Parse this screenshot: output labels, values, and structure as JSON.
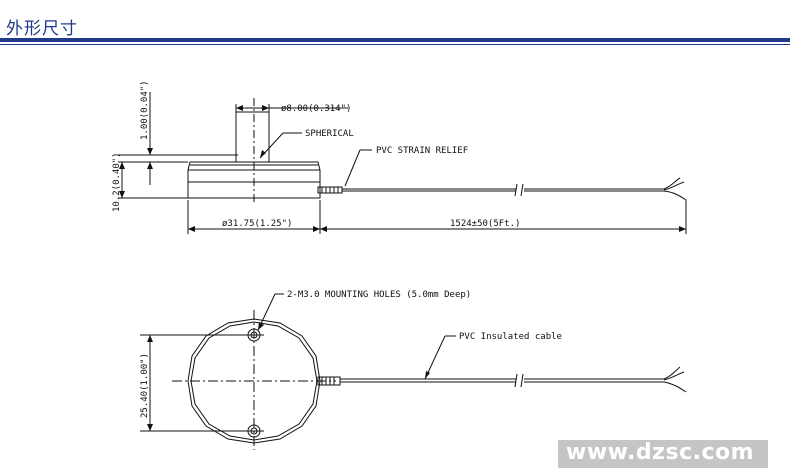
{
  "header": {
    "title": "外形尺寸"
  },
  "top_view": {
    "dim_height": "1.00(0.04\")",
    "dim_body": "10.2(0.40\")",
    "dim_dia_small": "ø8.00(0.314\")",
    "label_spherical": "SPHERICAL",
    "label_strain": "PVC STRAIN RELIEF",
    "dim_dia_body": "ø31.75(1.25\")",
    "dim_cable": "1524±50(5Ft.)"
  },
  "bottom_view": {
    "label_holes": "2-M3.0 MOUNTING HOLES (5.0mm Deep)",
    "label_cable": "PVC Insulated cable",
    "dim_height": "25.40(1.00\")"
  },
  "watermark": {
    "text": "www.dzsc.com"
  },
  "colors": {
    "accent": "#1f3a8a",
    "line": "#111111"
  }
}
